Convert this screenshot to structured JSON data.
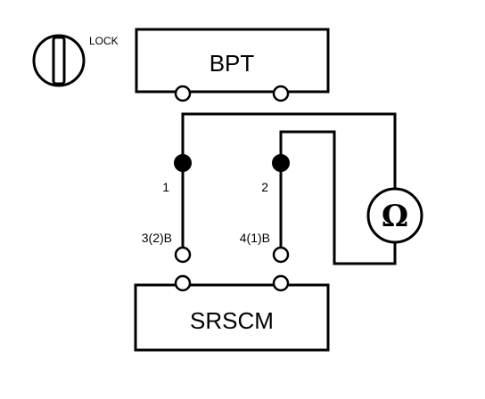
{
  "labels": {
    "lock": "LOCK",
    "bpt": "BPT",
    "srscm": "SRSCM",
    "pin1": "1",
    "pin2": "2",
    "terminal_left": "3(2)B",
    "terminal_right": "4(1)B",
    "ohmmeter": "Ω"
  },
  "icons": {
    "ignition_key": "key-cylinder-icon",
    "meter": "ohmmeter-icon"
  },
  "colors": {
    "line": "#000000",
    "background": "#ffffff"
  }
}
